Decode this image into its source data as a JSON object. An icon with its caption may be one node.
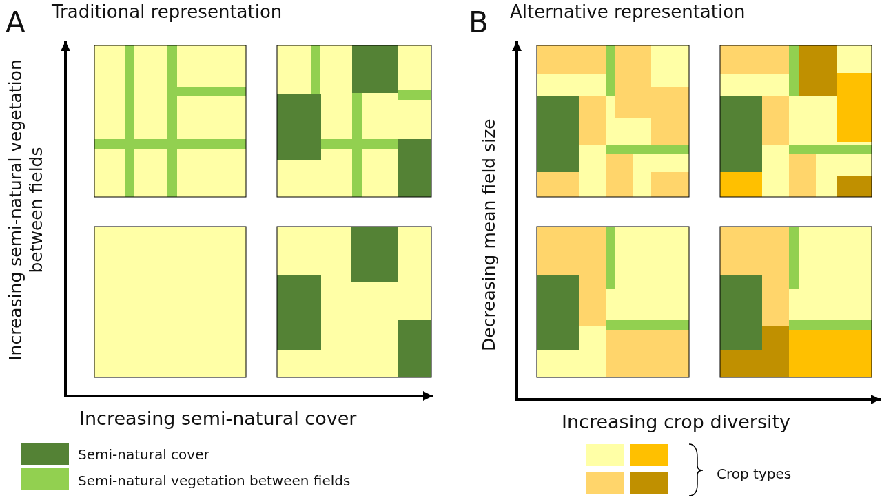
{
  "diagram": {
    "labels": [
      "A",
      "Traditional representation",
      "Increasing semi-natural vegetation between fields",
      "Increasing semi-natural cover",
      "B",
      "Alternative representation",
      "Decreasing mean field size",
      "Increasing crop diversity",
      "Crop types"
    ],
    "legend": [
      {
        "text": "Semi-natural cover",
        "color": "#548235"
      },
      {
        "text": "Semi-natural vegetation between fields",
        "color": "#92d050"
      }
    ]
  }
}
